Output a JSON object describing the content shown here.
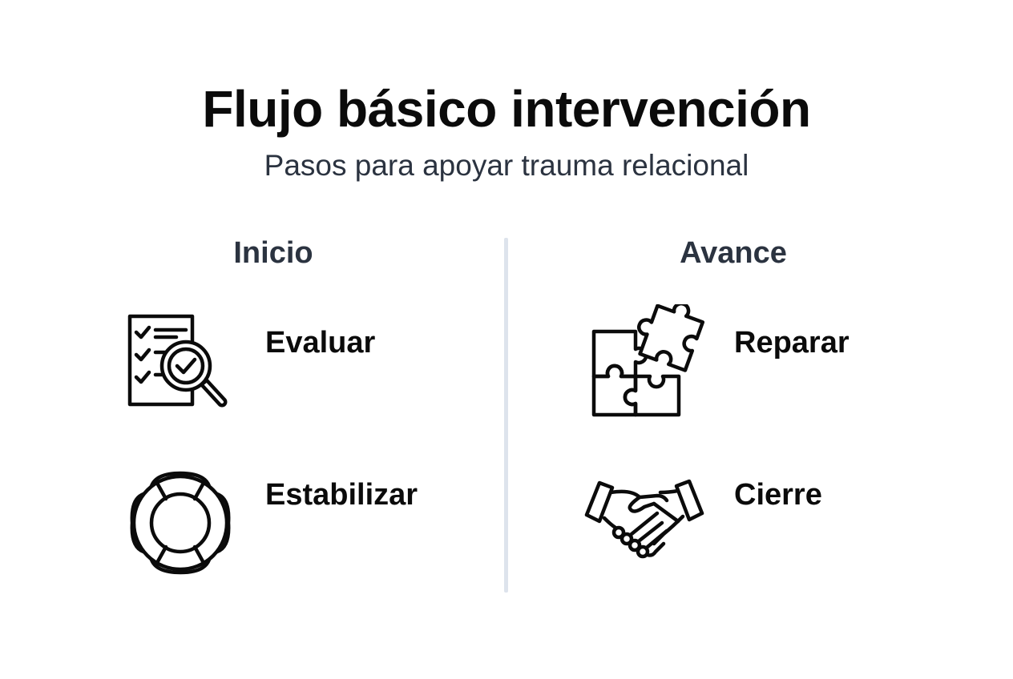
{
  "title": "Flujo básico intervención",
  "subtitle": "Pasos para apoyar trauma relacional",
  "columns": [
    {
      "heading": "Inicio",
      "steps": [
        {
          "label": "Evaluar",
          "icon": "checklist-magnifier-icon"
        },
        {
          "label": "Estabilizar",
          "icon": "lifebuoy-icon"
        }
      ]
    },
    {
      "heading": "Avance",
      "steps": [
        {
          "label": "Reparar",
          "icon": "puzzle-icon"
        },
        {
          "label": "Cierre",
          "icon": "handshake-icon"
        }
      ]
    }
  ],
  "colors": {
    "title": "#0b0b0b",
    "subtitle": "#2b3340",
    "divider": "#dde3ec",
    "icon_stroke": "#0b0b0b"
  }
}
